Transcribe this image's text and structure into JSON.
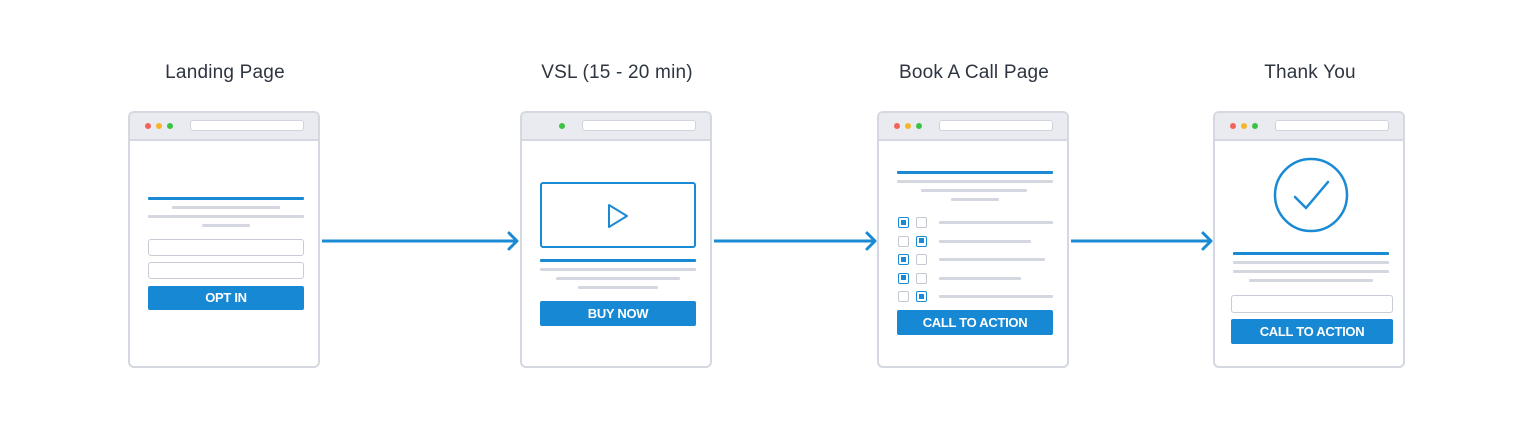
{
  "stages": [
    {
      "title": "Landing Page",
      "button": "OPT IN"
    },
    {
      "title": "VSL (15 - 20 min)",
      "button": "BUY NOW"
    },
    {
      "title": "Book A Call Page",
      "button": "CALL TO ACTION"
    },
    {
      "title": "Thank You",
      "button": "CALL TO ACTION"
    }
  ],
  "book_call_checkboxes": [
    [
      true,
      false
    ],
    [
      false,
      true
    ],
    [
      true,
      false
    ],
    [
      true,
      false
    ],
    [
      false,
      true
    ]
  ],
  "colors": {
    "accent": "#1788d4",
    "arrow": "#1a8ad4",
    "frame": "#d5d8e0",
    "text": "#2d3540"
  },
  "icons": [
    "play-icon",
    "checkmark-icon",
    "arrow-right-icon"
  ]
}
